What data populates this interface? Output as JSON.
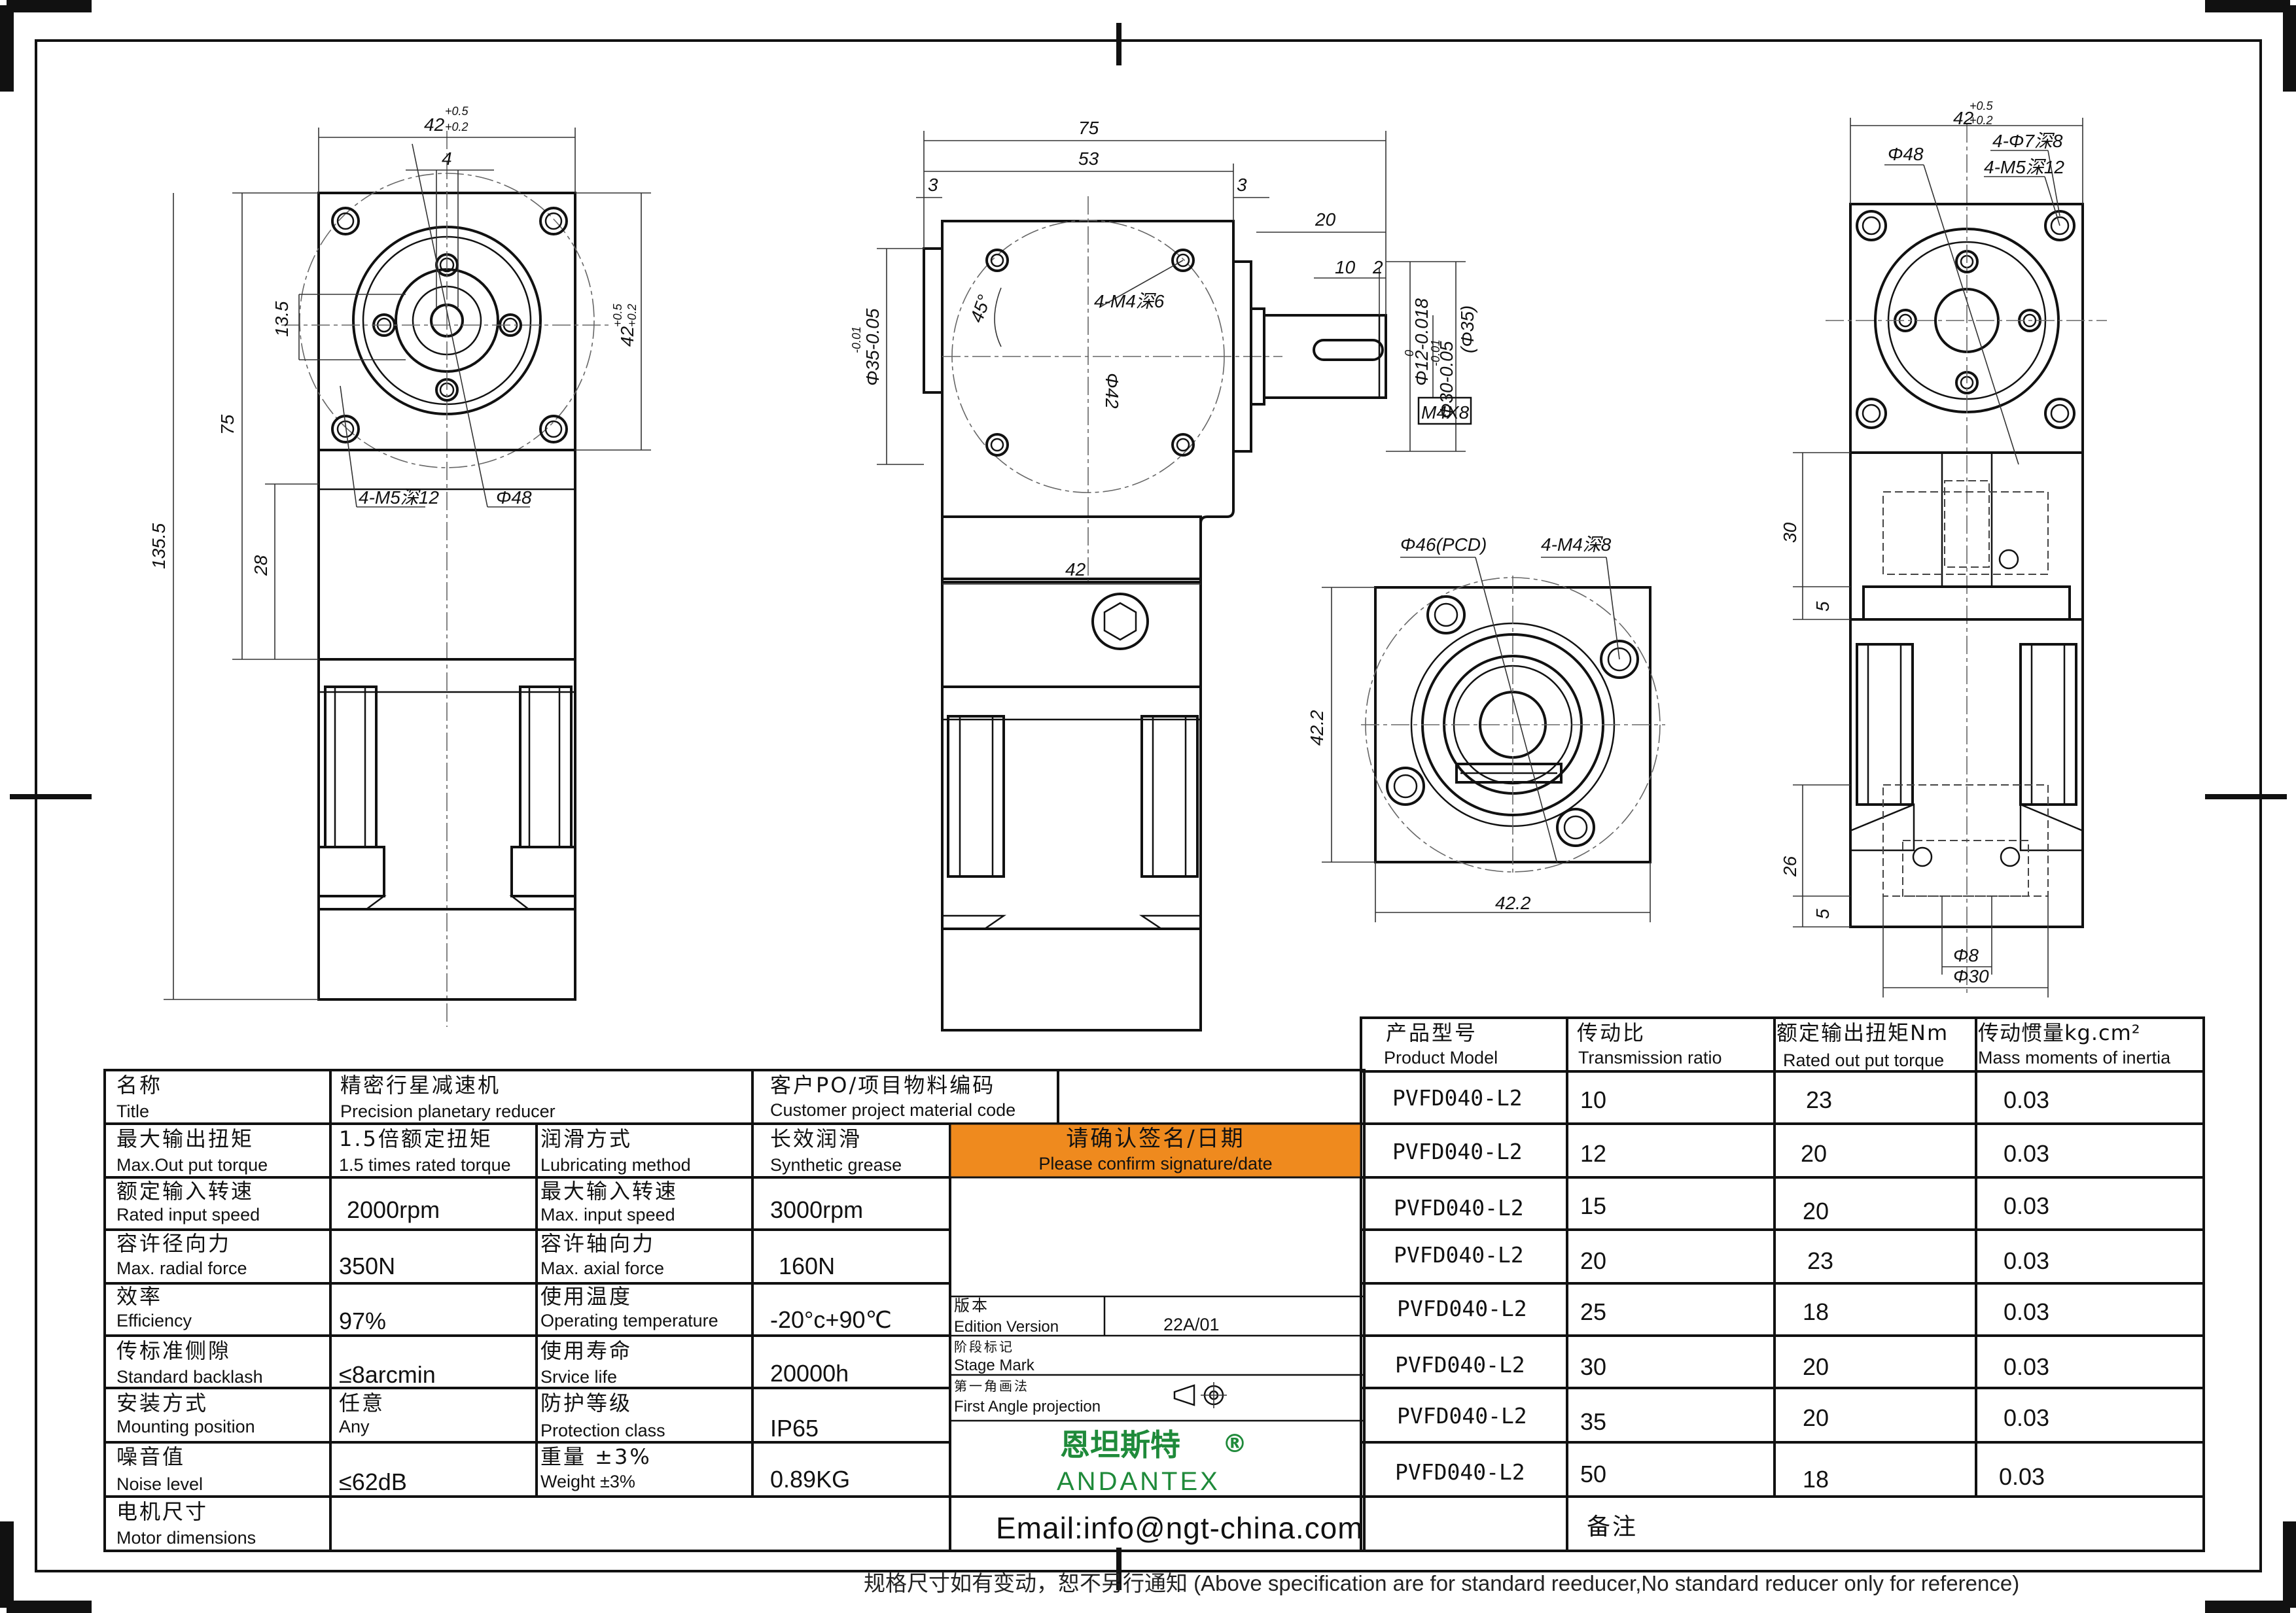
{
  "dims": {
    "left": {
      "d42_top": "42",
      "tol_42_top": "+0.5",
      "tol_42_top2": "+0.2",
      "d4": "4",
      "d13_5": "13.5",
      "d42_right": "42",
      "tol_42_right": "+0.5",
      "tol_42_right2": "+0.2",
      "d75": "75",
      "d135_5": "135.5",
      "d28": "28",
      "holes": "4-M5深12",
      "dia48": "Φ48"
    },
    "middle": {
      "d75": "75",
      "d53": "53",
      "d3_left": "3",
      "d3_right": "3",
      "d20": "20",
      "d10": "10",
      "d2": "2",
      "angle45": "45°",
      "holes": "4-M4深6",
      "dia35": "Φ35-0.05",
      "tol35": "-0.01",
      "dia42": "Φ42",
      "d12": "Φ12-0.018",
      "tol12": "0",
      "d30": "Φ30-0.05",
      "tol30": "-0.01",
      "d35b": "(Φ35)",
      "m4x8": "M4X8",
      "d42_bottom": "42"
    },
    "flange": {
      "pcd": "Φ46(PCD)",
      "holes": "4-M4深8",
      "d42_2_side": "42.2",
      "d42_2_bottom": "42.2"
    },
    "right": {
      "d42_top": "42",
      "tol_42_top": "+0.5",
      "tol_42_top2": "+0.2",
      "dia48": "Φ48",
      "holes_a": "4-Φ7深8",
      "holes_b": "4-M5深12",
      "d30": "30",
      "d5a": "5",
      "d26": "26",
      "d5b": "5",
      "dia8": "Φ8",
      "dia30": "Φ30"
    }
  },
  "spec_table": {
    "name_cn": "名称",
    "name_en": "Title",
    "title_cn": "精密行星减速机",
    "title_en": "Precision planetary reducer",
    "po_cn": "客户PO/项目物料编码",
    "po_en": "Customer project material code",
    "rows": [
      {
        "l1_cn": "最大输出扭矩",
        "l1_en": "Max.Out put torque",
        "v1_cn": "1.5倍额定扭矩",
        "v1_en": "1.5 times rated torque",
        "l2_cn": "润滑方式",
        "l2_en": "Lubricating method",
        "v2_cn": "长效润滑",
        "v2_en": "Synthetic grease"
      },
      {
        "l1_cn": "额定输入转速",
        "l1_en": "Rated input speed",
        "v1": "2000rpm",
        "l2_cn": "最大输入转速",
        "l2_en": "Max. input speed",
        "v2": "3000rpm"
      },
      {
        "l1_cn": "容许径向力",
        "l1_en": "Max. radial force",
        "v1": "350N",
        "l2_cn": "容许轴向力",
        "l2_en": "Max. axial force",
        "v2": "160N"
      },
      {
        "l1_cn": "效率",
        "l1_en": "Efficiency",
        "v1": "97%",
        "l2_cn": "使用温度",
        "l2_en": "Operating temperature",
        "v2": "-20°c+90℃"
      },
      {
        "l1_cn": "传标准侧隙",
        "l1_en": "Standard backlash",
        "v1": "≤8arcmin",
        "l2_cn": "使用寿命",
        "l2_en": "Srvice life",
        "v2": "20000h"
      },
      {
        "l1_cn": "安装方式",
        "l1_en": "Mounting position",
        "v1_cn": "任意",
        "v1_en": "Any",
        "l2_cn": "防护等级",
        "l2_en": "Protection class",
        "v2": "IP65"
      },
      {
        "l1_cn": "噪音值",
        "l1_en": "Noise level",
        "v1": "≤62dB",
        "l2_cn": "重量 ±3%",
        "l2_en": "Weight ±3%",
        "v2": "0.89KG"
      },
      {
        "l1_cn": "电机尺寸",
        "l1_en": "Motor dimensions"
      }
    ],
    "confirm_cn": "请确认签名/日期",
    "confirm_en": "Please confirm signature/date",
    "edition_cn": "版本",
    "edition_en": "Edition Version",
    "edition_val": "22A/01",
    "stage_cn": "阶段标记",
    "stage_en": "Stage Mark",
    "proj_cn": "第一角画法",
    "proj_en": "First Angle projection",
    "brand_cn": "恩坦斯特",
    "brand_reg": "®",
    "brand_en": "ANDANTEX",
    "email": "Email:info@ngt-china.com"
  },
  "model_table": {
    "headers": [
      {
        "cn": "产品型号",
        "en": "Product Model"
      },
      {
        "cn": "传动比",
        "en": "Transmission ratio"
      },
      {
        "cn": "额定输出扭矩Nm",
        "en": "Rated out put torque"
      },
      {
        "cn": "传动惯量kg.cm²",
        "en": "Mass moments of inertia"
      }
    ],
    "rows": [
      {
        "model": "PVFD040-L2",
        "ratio": "10",
        "torque": "23",
        "inertia": "0.03"
      },
      {
        "model": "PVFD040-L2",
        "ratio": "12",
        "torque": "20",
        "inertia": "0.03"
      },
      {
        "model": "PVFD040-L2",
        "ratio": "15",
        "torque": "20",
        "inertia": "0.03"
      },
      {
        "model": "PVFD040-L2",
        "ratio": "20",
        "torque": "23",
        "inertia": "0.03"
      },
      {
        "model": "PVFD040-L2",
        "ratio": "25",
        "torque": "18",
        "inertia": "0.03"
      },
      {
        "model": "PVFD040-L2",
        "ratio": "30",
        "torque": "20",
        "inertia": "0.03"
      },
      {
        "model": "PVFD040-L2",
        "ratio": "35",
        "torque": "20",
        "inertia": "0.03"
      },
      {
        "model": "PVFD040-L2",
        "ratio": "50",
        "torque": "18",
        "inertia": "0.03"
      }
    ],
    "remark_cn": "备注"
  },
  "footer_note": "规格尺寸如有变动，恕不另行通知   (Above specification are for standard reeducer,No standard reducer only for reference)"
}
